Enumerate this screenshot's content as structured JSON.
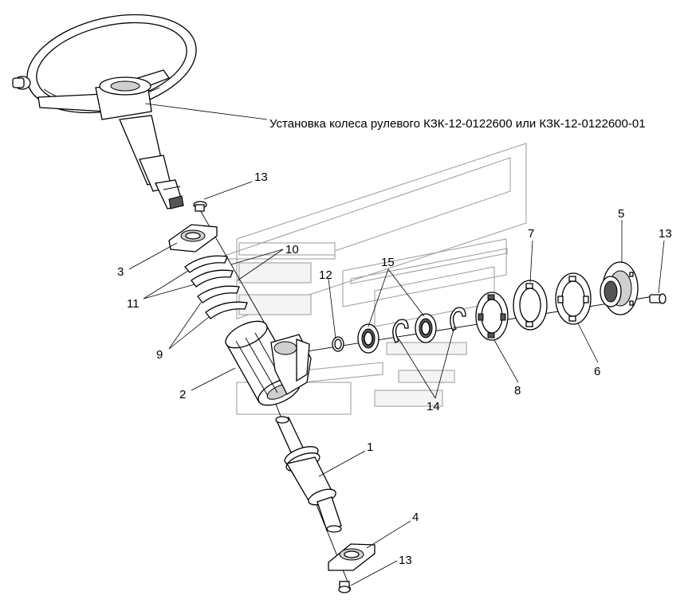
{
  "caption": "Установка колеса рулевого КЗК-12-0122600 или КЗК-12-0122600-01",
  "callouts": {
    "c1": "1",
    "c2": "2",
    "c3": "3",
    "c4": "4",
    "c5": "5",
    "c6": "6",
    "c7": "7",
    "c8": "8",
    "c9": "9",
    "c10": "10",
    "c11": "11",
    "c12": "12",
    "c13": "13",
    "c14": "14",
    "c15": "15"
  }
}
